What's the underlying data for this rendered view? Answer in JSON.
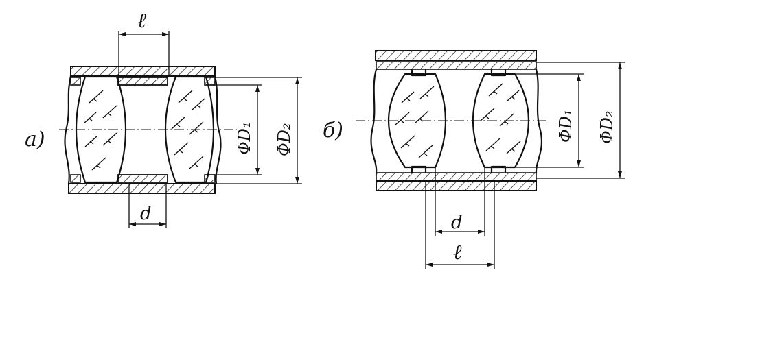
{
  "figure_a": {
    "panel_label": "a)",
    "dim_l": "ℓ",
    "dim_d": "d",
    "dim_D1": "ΦD₁",
    "dim_D2": "ΦD₂"
  },
  "figure_b": {
    "panel_label": "б)",
    "dim_l": "ℓ",
    "dim_d": "d",
    "dim_D1": "ΦD₁",
    "dim_D2": "ΦD₂"
  },
  "colors": {
    "ink": "#111111",
    "paper": "#ffffff"
  }
}
